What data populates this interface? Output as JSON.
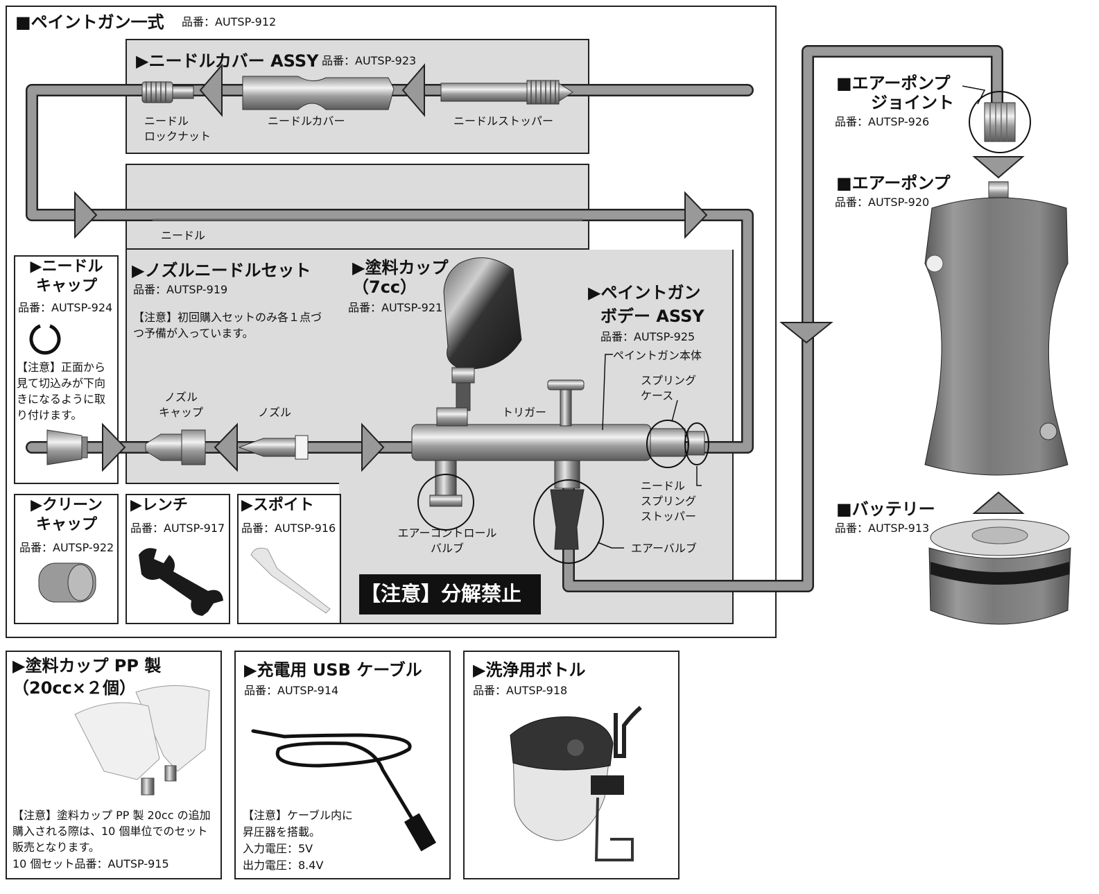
{
  "paint_gun_set": {
    "title": "■ペイントガン一式",
    "part_no": "品番：AUTSP-912"
  },
  "needle_cover_assy": {
    "title": "▶ニードルカバー ASSY",
    "part_no": "品番：AUTSP-923",
    "lock_nut_line1": "ニードル",
    "lock_nut_line2": "ロックナット",
    "needle_cover": "ニードルカバー",
    "needle_stopper": "ニードルストッパー"
  },
  "needle_label": "ニードル",
  "needle_cap": {
    "title_line1": "▶ニードル",
    "title_line2": "キャップ",
    "part_no": "品番：AUTSP-924",
    "note": "【注意】正面から見て切込みが下向きになるように取り付けます。"
  },
  "nozzle_needle_set": {
    "title": "▶ノズルニードルセット",
    "part_no": "品番：AUTSP-919",
    "note": "【注意】初回購入セットのみ各１点づつ予備が入っています。",
    "nozzle_cap_line1": "ノズル",
    "nozzle_cap_line2": "キャップ",
    "nozzle": "ノズル"
  },
  "paint_cup": {
    "title_line1": "▶塗料カップ",
    "title_line2": "（7cc）",
    "part_no": "品番：AUTSP-921"
  },
  "gun_body_assy": {
    "title_line1": "▶ペイントガン",
    "title_line2": "ボデー ASSY",
    "part_no": "品番：AUTSP-925",
    "body": "ペイントガン本体",
    "trigger": "トリガー",
    "spring_case_line1": "スプリング",
    "spring_case_line2": "ケース",
    "needle_spring_line1": "ニードル",
    "needle_spring_line2": "スプリング",
    "needle_spring_line3": "ストッパー",
    "air_control_line1": "エアーコントロール",
    "air_control_line2": "バルブ",
    "air_valve": "エアーバルブ",
    "warning": "【注意】分解禁止"
  },
  "clean_cap": {
    "title_line1": "▶クリーン",
    "title_line2": "キャップ",
    "part_no": "品番：AUTSP-922"
  },
  "wrench": {
    "title": "▶レンチ",
    "part_no": "品番：AUTSP-917"
  },
  "dropper": {
    "title": "▶スポイト",
    "part_no": "品番：AUTSP-916"
  },
  "pump_joint": {
    "title_line1": "■エアーポンプ",
    "title_line2": "ジョイント",
    "part_no": "品番：AUTSP-926"
  },
  "air_pump": {
    "title": "■エアーポンプ",
    "part_no": "品番：AUTSP-920"
  },
  "battery": {
    "title": "■バッテリー",
    "part_no": "品番：AUTSP-913"
  },
  "pp_cup": {
    "title_line1": "▶塗料カップ PP 製",
    "title_line2": "（20cc×２個）",
    "note": "【注意】塗料カップ PP 製 20cc の追加購入される際は、10 個単位でのセット販売となります。",
    "set_part_no": "10 個セット品番：AUTSP-915"
  },
  "usb_cable": {
    "title": "▶充電用 USB ケーブル",
    "part_no": "品番：AUTSP-914",
    "note_line1": "【注意】ケーブル内に",
    "note_line2": "昇圧器を搭載。",
    "input": "入力電圧：5V",
    "output": "出力電圧：8.4V"
  },
  "wash_bottle": {
    "title": "▶洗浄用ボトル",
    "part_no": "品番：AUTSP-918"
  },
  "colors": {
    "panel_gray": "#dcdcdc",
    "line_gray": "#9a9a9a",
    "border": "#222222"
  }
}
